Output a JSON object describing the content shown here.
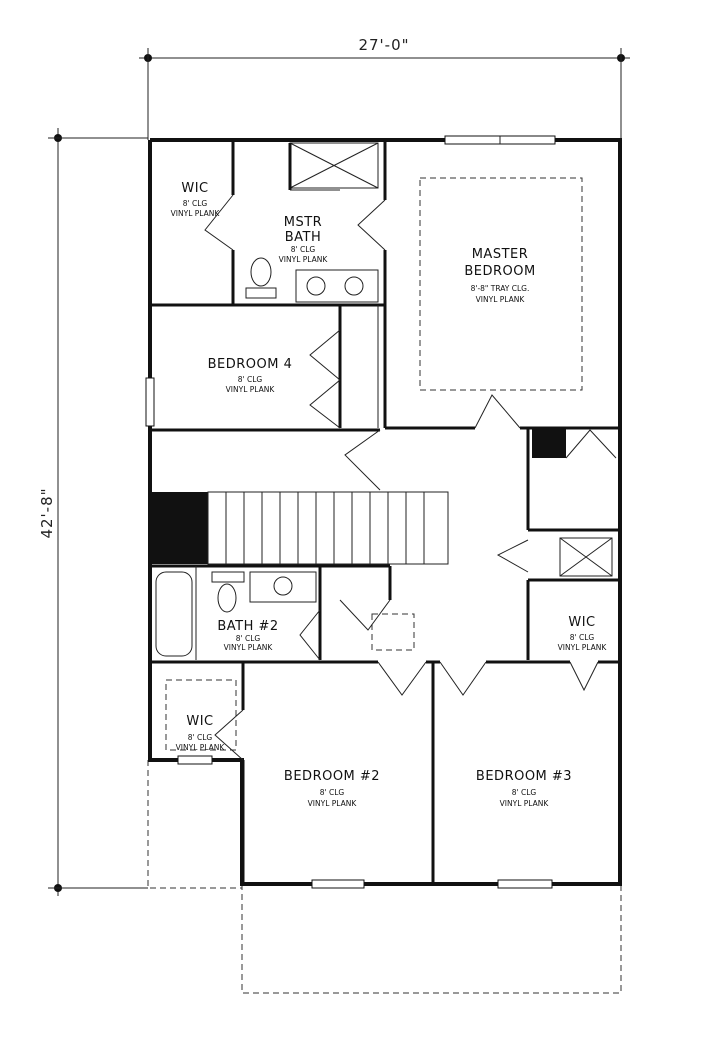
{
  "dimensions": {
    "width": "27'-0\"",
    "depth": "42'-8\""
  },
  "rooms": {
    "wic_master": {
      "name": "WIC",
      "ceiling": "8' CLG",
      "floor": "VINYL PLANK"
    },
    "mstr_bath": {
      "name_line1": "MSTR",
      "name_line2": "BATH",
      "ceiling": "8' CLG",
      "floor": "VINYL PLANK"
    },
    "master_bedroom": {
      "name_line1": "MASTER",
      "name_line2": "BEDROOM",
      "ceiling": "8'-8\" TRAY CLG.",
      "floor": "VINYL PLANK"
    },
    "bedroom4": {
      "name": "BEDROOM 4",
      "ceiling": "8' CLG",
      "floor": "VINYL PLANK"
    },
    "bath2": {
      "name": "BATH #2",
      "ceiling": "8' CLG",
      "floor": "VINYL PLANK"
    },
    "wic_right": {
      "name": "WIC",
      "ceiling": "8' CLG",
      "floor": "VINYL PLANK"
    },
    "wic_left": {
      "name": "WIC",
      "ceiling": "8' CLG",
      "floor": "VINYL PLANK"
    },
    "bedroom2": {
      "name": "BEDROOM #2",
      "ceiling": "8' CLG",
      "floor": "VINYL PLANK"
    },
    "bedroom3": {
      "name": "BEDROOM #3",
      "ceiling": "8' CLG",
      "floor": "VINYL PLANK"
    }
  }
}
